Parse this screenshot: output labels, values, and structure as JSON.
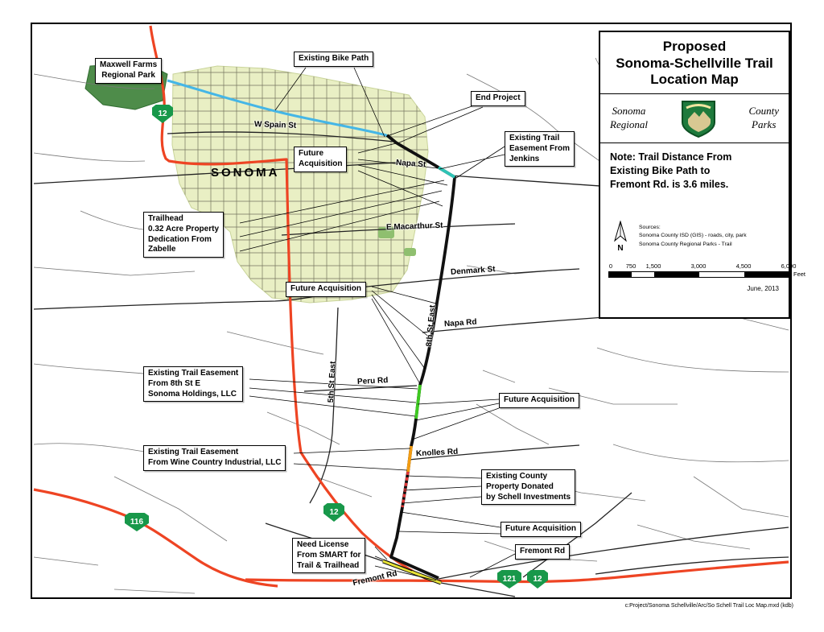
{
  "panel": {
    "title": "Proposed\nSonoma-Schellville Trail\nLocation Map",
    "org_left": "Sonoma\nRegional",
    "org_right": "County\nParks",
    "note": "Note: Trail Distance From\nExisting Bike Path to\nFremont Rd. is 3.6 miles.",
    "north_label": "N",
    "sources": "Sources:\nSonoma County ISD (GIS) - roads, city, park\nSonoma County Regional Parks - Trail",
    "scale_ticks": [
      "0",
      "750",
      "1,500",
      "3,000",
      "4,500",
      "6,000"
    ],
    "scale_unit": "Feet",
    "date": "June, 2013"
  },
  "map": {
    "city_label": "SONOMA",
    "shields": {
      "hwy12": "12",
      "hwy116": "116",
      "hwy121": "121"
    },
    "streets": {
      "w_spain": "W Spain St",
      "napa_st": "Napa St",
      "e_macarthur": "E Macarthur St",
      "denmark": "Denmark St",
      "napa_rd": "Napa Rd",
      "eighth_st": "8th St East",
      "fifth_st": "5th St East",
      "peru": "Peru Rd",
      "knolles": "Knolles Rd",
      "fremont": "Fremont Rd"
    },
    "callouts": {
      "maxwell": "Maxwell Farms\nRegional Park",
      "bike_path": "Existing Bike Path",
      "end_project": "End Project",
      "jenkins": "Existing Trail\nEasement From\nJenkins",
      "future_1": "Future\nAcquisition",
      "zabelle": "Trailhead\n0.32 Acre Property\nDedication From\nZabelle",
      "future_2": "Future Acquisition",
      "easement_8th": "Existing Trail Easement\nFrom 8th St E\nSonoma Holdings, LLC",
      "future_3": "Future Acquisition",
      "wine_country": "Existing Trail Easement\nFrom Wine Country Industrial, LLC",
      "schell": "Existing County\nProperty Donated\nby Schell Investments",
      "future_4": "Future Acquisition",
      "fremont_box": "Fremont Rd",
      "smart": "Need License\nFrom SMART for\nTrail & Trailhead"
    },
    "colors": {
      "highway": "#ee4423",
      "trail": "#111111",
      "bike_path": "#45b6e6",
      "city_fill": "#e9efc4",
      "park_fill": "#4e8c4a",
      "shield_green": "#18984a",
      "seg_cyan": "#2ec4b6",
      "seg_green": "#3ec921",
      "seg_orange": "#f39c12",
      "seg_red": "#e03a3a",
      "seg_yellow": "#e8e337"
    }
  },
  "page": {
    "footer": "c:Project/Sonoma Schellville/Arc/So Schell Trail Loc Map.mxd (kdb)"
  }
}
